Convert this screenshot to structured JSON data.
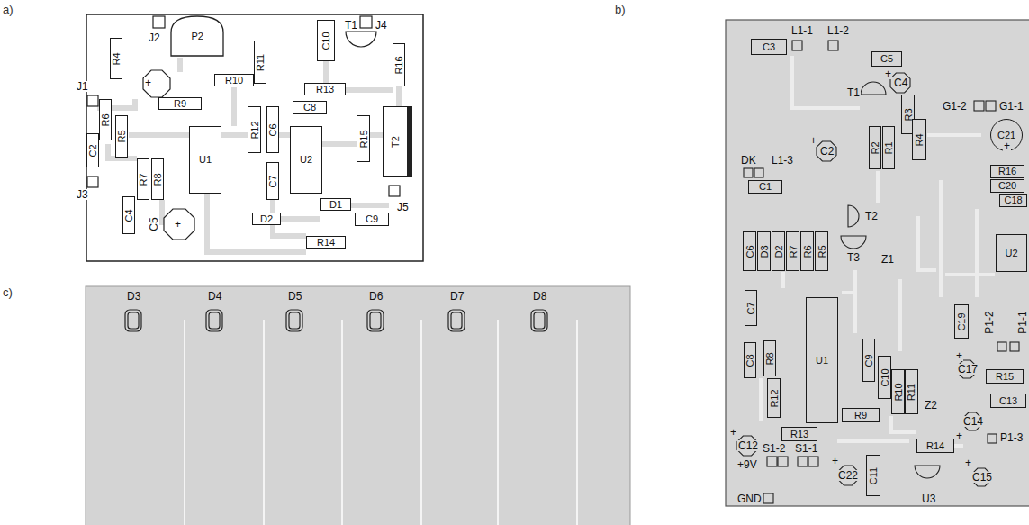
{
  "diagram": {
    "nodes": [
      {
        "text": [
          "P2"
        ]
      },
      {
        "text": [
          "R4"
        ]
      },
      {
        "text": [
          "R10"
        ]
      },
      {
        "text": [
          "R11"
        ]
      },
      {
        "text": [
          "C10"
        ]
      },
      {
        "text": [
          "R16"
        ]
      },
      {
        "text": [
          "R13"
        ]
      },
      {
        "text": [
          "R9"
        ]
      },
      {
        "text": [
          "C8"
        ]
      },
      {
        "text": [
          "R6"
        ]
      },
      {
        "text": [
          "R5"
        ]
      },
      {
        "text": [
          "C2"
        ]
      },
      {
        "text": [
          "U1"
        ]
      },
      {
        "text": [
          "R12"
        ]
      },
      {
        "text": [
          "C6"
        ]
      },
      {
        "text": [
          "U2"
        ]
      },
      {
        "text": [
          "R15"
        ]
      },
      {
        "text": [
          "T2"
        ]
      },
      {
        "text": [
          "R7"
        ]
      },
      {
        "text": [
          "R8"
        ]
      },
      {
        "text": [
          "C7"
        ]
      },
      {
        "text": [
          "C4"
        ]
      },
      {
        "text": [
          "D1"
        ]
      },
      {
        "text": [
          "D2"
        ]
      },
      {
        "text": [
          "C9"
        ]
      },
      {
        "text": [
          "R14"
        ]
      },
      {
        "text": [
          "C3"
        ]
      },
      {
        "text": [
          "C5"
        ]
      },
      {
        "text": [
          "R3"
        ]
      },
      {
        "text": [
          "C21"
        ]
      },
      {
        "text": [
          "R2"
        ]
      },
      {
        "text": [
          "R1"
        ]
      },
      {
        "text": [
          "R4"
        ]
      },
      {
        "text": [
          "C1"
        ]
      },
      {
        "text": [
          "R16"
        ]
      },
      {
        "text": [
          "C20"
        ]
      },
      {
        "text": [
          "C18"
        ]
      },
      {
        "text": [
          "C6"
        ]
      },
      {
        "text": [
          "D3"
        ]
      },
      {
        "text": [
          "D2"
        ]
      },
      {
        "text": [
          "R7"
        ]
      },
      {
        "text": [
          "R6"
        ]
      },
      {
        "text": [
          "R5"
        ]
      },
      {
        "text": [
          "U2"
        ]
      },
      {
        "text": [
          "C7"
        ]
      },
      {
        "text": [
          "U1"
        ]
      },
      {
        "text": [
          "C19"
        ]
      },
      {
        "text": [
          "C9"
        ]
      },
      {
        "text": [
          "C8"
        ]
      },
      {
        "text": [
          "R8"
        ]
      },
      {
        "text": [
          "C10"
        ]
      },
      {
        "text": [
          "R10"
        ]
      },
      {
        "text": [
          "R11"
        ]
      },
      {
        "text": [
          "R15"
        ]
      },
      {
        "text": [
          "R12"
        ]
      },
      {
        "text": [
          "C13"
        ]
      },
      {
        "text": [
          "R9"
        ]
      },
      {
        "text": [
          "R13"
        ]
      },
      {
        "text": [
          "R14"
        ]
      },
      {
        "text": [
          "C11"
        ]
      }
    ],
    "labels": [
      "a)",
      "J1",
      "J2",
      "J3",
      "T1",
      "J4",
      "J5",
      "C5",
      "+",
      "+",
      "b)",
      "L1-1",
      "L1-2",
      "C4",
      "+",
      "T1",
      "G1-2",
      "G1-1",
      "+",
      "DK",
      "L1-3",
      "C2",
      "+",
      "T2",
      "T3",
      "Z1",
      "P1-2",
      "P1-1",
      "C17",
      "+",
      "Z2",
      "C12",
      "+",
      "C14",
      "+",
      "P1-3",
      "+9V",
      "S1-2",
      "S1-1",
      "C22",
      "+",
      "U3",
      "C15",
      "+",
      "GND",
      "c)",
      "D3",
      "D4",
      "D5",
      "D6",
      "D7",
      "D8"
    ]
  }
}
